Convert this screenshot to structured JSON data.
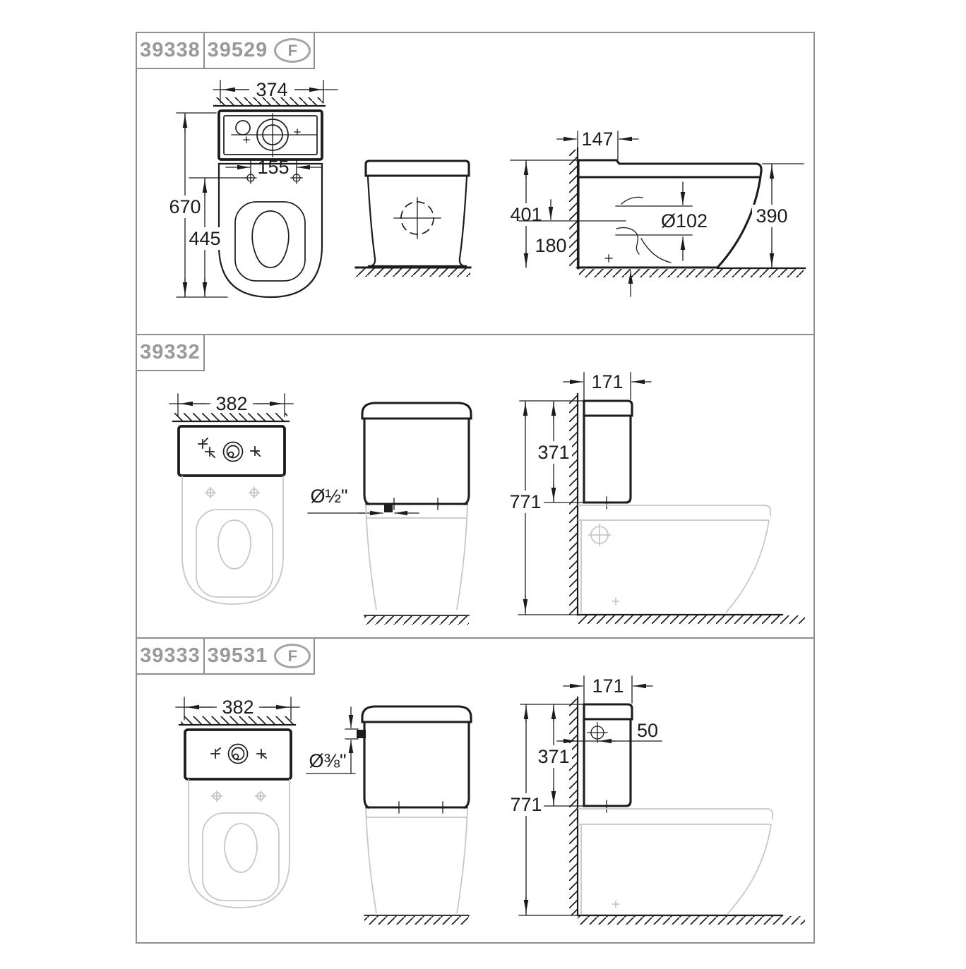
{
  "sheet": {
    "type": "technical-dimension-drawing",
    "colors": {
      "panel_border": "#8e9092",
      "code_text": "#97999b",
      "line": "#1c1c1c",
      "ghost_line": "#c7c7c7"
    },
    "panels": [
      {
        "codes": {
          "primary": "39338",
          "secondary": "39529",
          "badge": "F"
        },
        "dims": {
          "width_top": "374",
          "hole_spacing": "155",
          "length": "670",
          "seat_depth": "445",
          "wall_offset": "147",
          "height_back": "401",
          "outlet_height": "180",
          "outlet_diameter": "Ø102",
          "height_front": "390"
        }
      },
      {
        "codes": {
          "primary": "39332"
        },
        "dims": {
          "width_top": "382",
          "inlet": "Ø½\"",
          "depth": "171",
          "tank_height": "371",
          "total_height": "771"
        }
      },
      {
        "codes": {
          "primary": "39333",
          "secondary": "39531",
          "badge": "F"
        },
        "dims": {
          "width_top": "382",
          "inlet": "Ø⅜\"",
          "depth": "171",
          "inlet_offset": "50",
          "tank_height": "371",
          "total_height": "771"
        }
      }
    ]
  }
}
